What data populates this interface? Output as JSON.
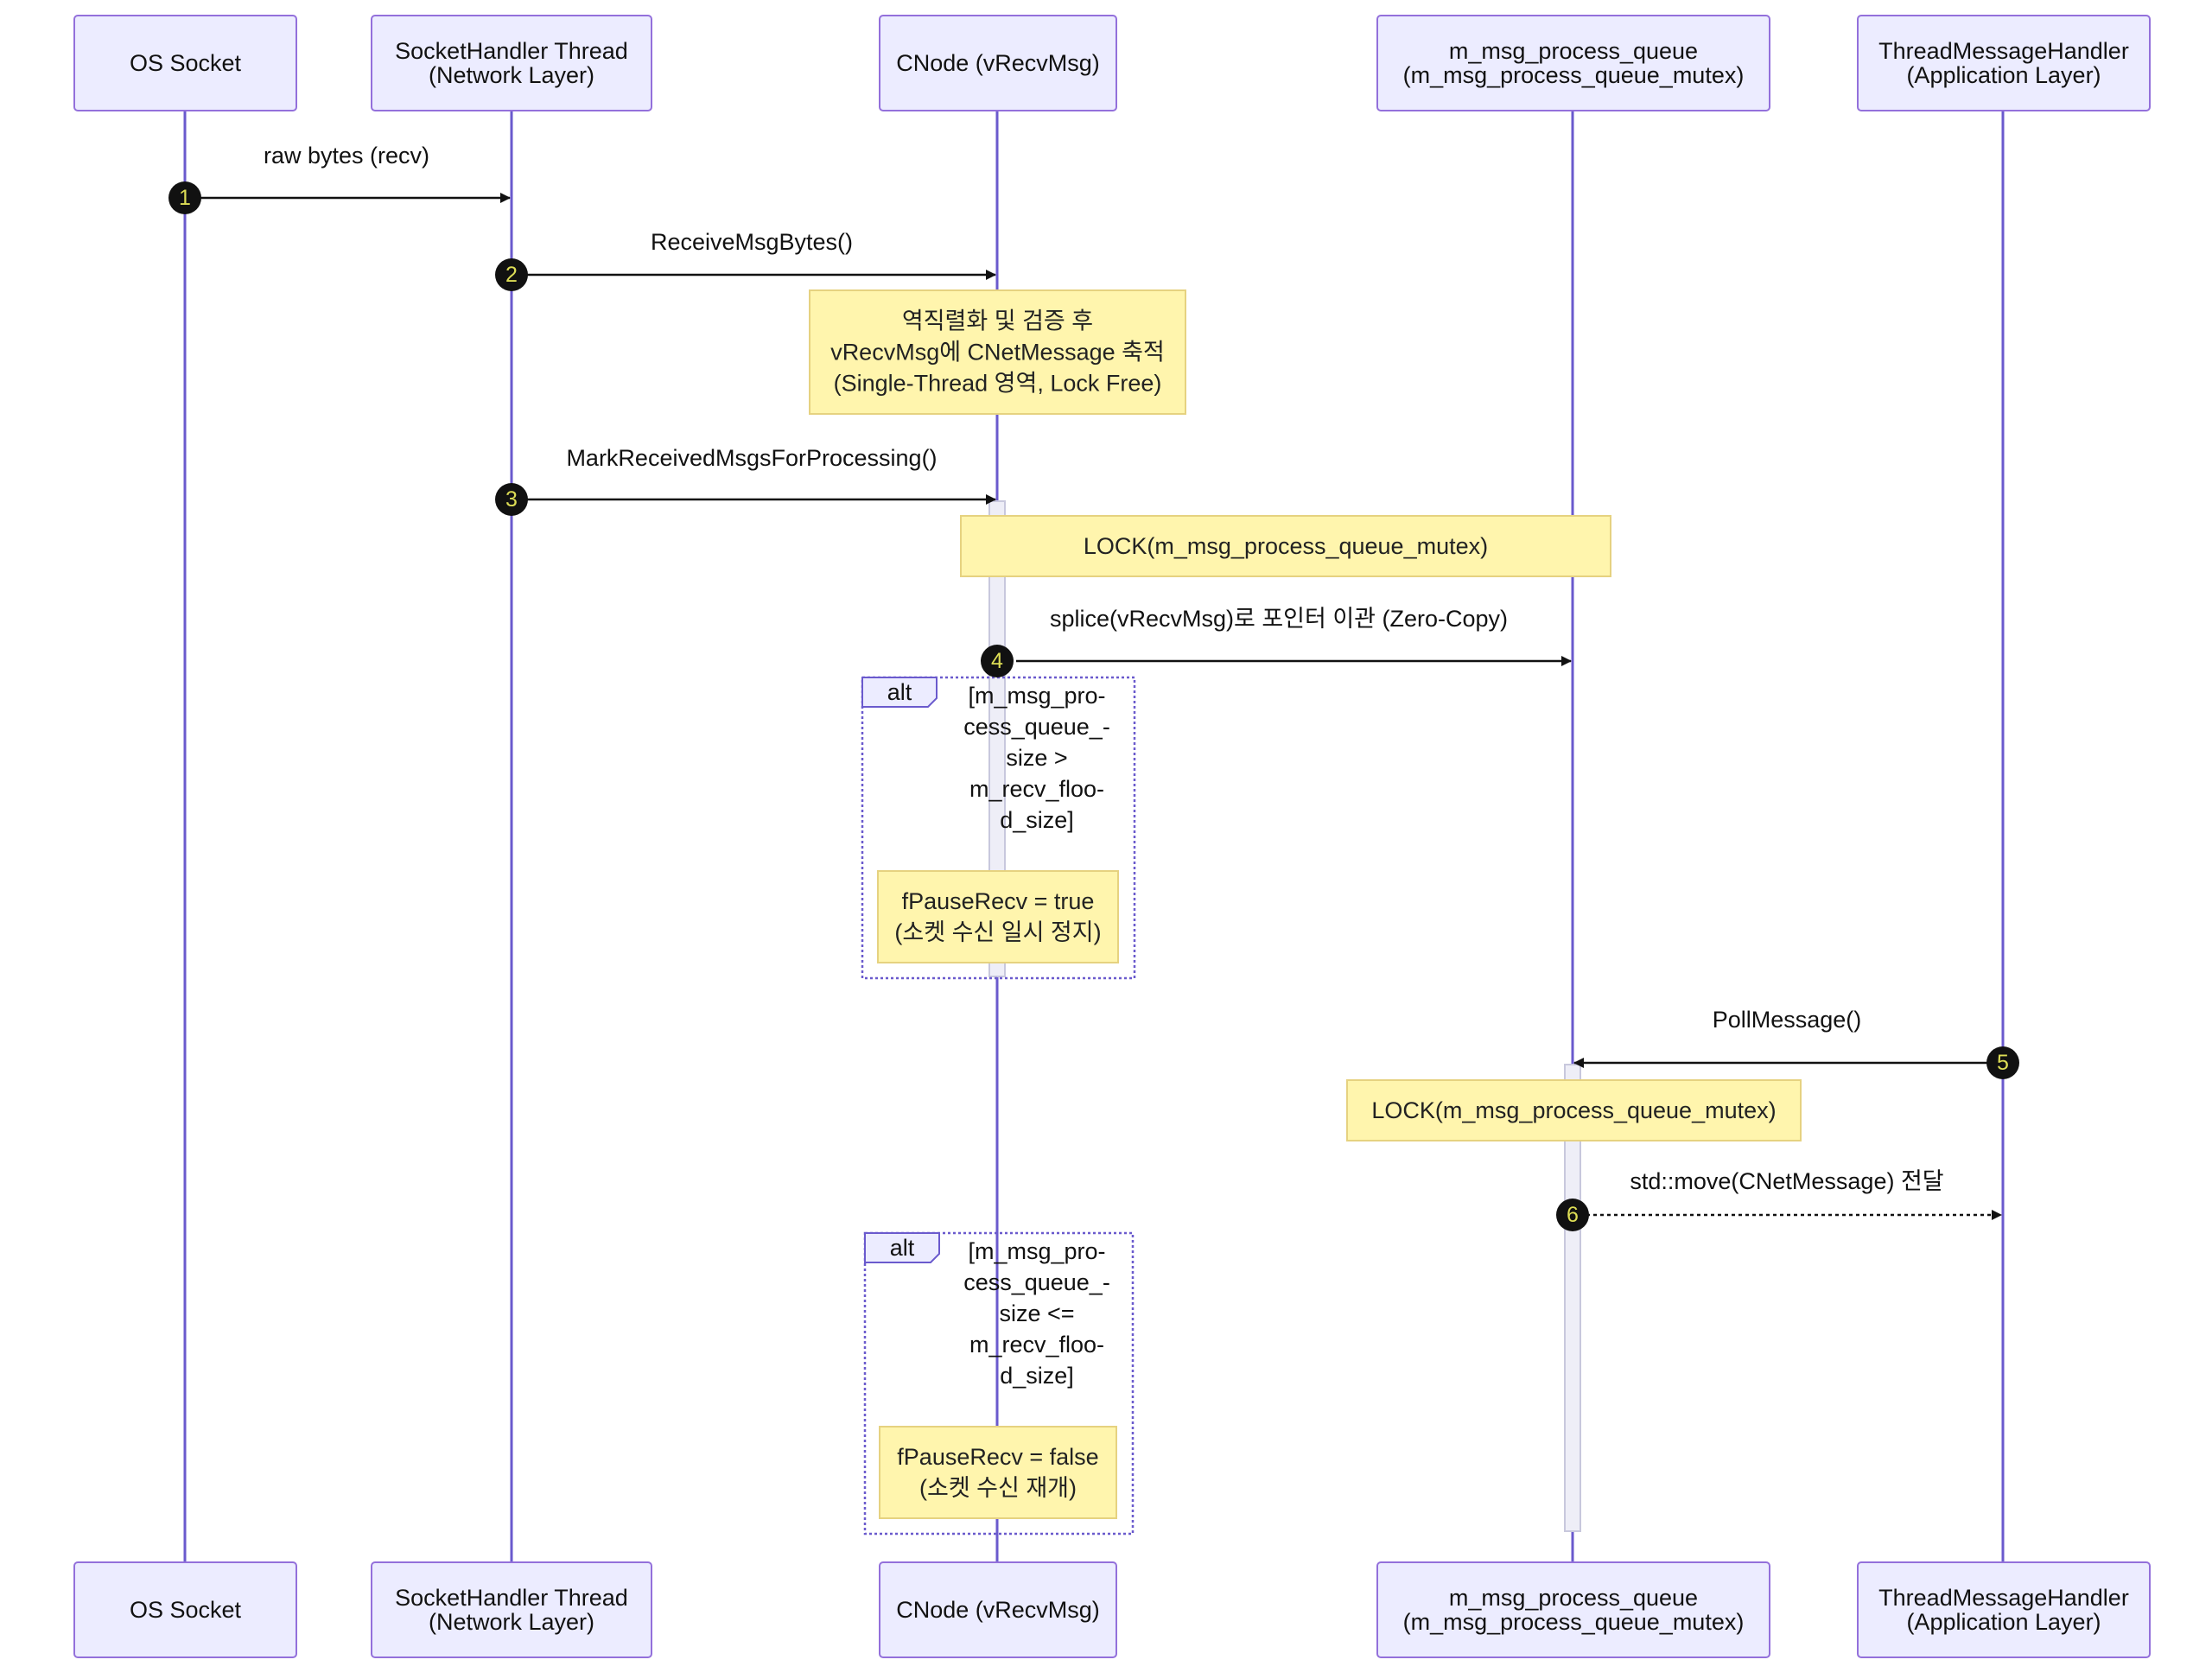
{
  "participants": [
    {
      "id": "os",
      "label_lines": [
        "OS Socket"
      ]
    },
    {
      "id": "sh",
      "label_lines": [
        "SocketHandler Thread",
        "(Network Layer)"
      ]
    },
    {
      "id": "cn",
      "label_lines": [
        "CNode (vRecvMsg)"
      ]
    },
    {
      "id": "mq",
      "label_lines": [
        "m_msg_process_queue",
        "(m_msg_process_queue_mutex)"
      ]
    },
    {
      "id": "tm",
      "label_lines": [
        "ThreadMessageHandler",
        "(Application Layer)"
      ]
    }
  ],
  "messages": [
    {
      "num": "1",
      "label": "raw bytes (recv)",
      "from": "os",
      "to": "sh",
      "style": "solid"
    },
    {
      "num": "2",
      "label": "ReceiveMsgBytes()",
      "from": "sh",
      "to": "cn",
      "style": "solid"
    },
    {
      "num": "3",
      "label": "MarkReceivedMsgsForProcessing()",
      "from": "sh",
      "to": "cn",
      "style": "solid"
    },
    {
      "num": "4",
      "label": "splice(vRecvMsg)로 포인터 이관 (Zero-Copy)",
      "from": "cn",
      "to": "mq",
      "style": "solid"
    },
    {
      "num": "5",
      "label": "PollMessage()",
      "from": "tm",
      "to": "mq",
      "style": "solid"
    },
    {
      "num": "6",
      "label": "std::move(CNetMessage) 전달",
      "from": "mq",
      "to": "tm",
      "style": "dotted"
    }
  ],
  "notes": [
    {
      "id": "deserialize",
      "lines": [
        "역직렬화 및 검증 후",
        "vRecvMsg에 CNetMessage 축적",
        "(Single-Thread 영역, Lock Free)"
      ]
    },
    {
      "id": "lock1",
      "lines": [
        "LOCK(m_msg_process_queue_mutex)"
      ]
    },
    {
      "id": "pause",
      "lines": [
        "fPauseRecv = true",
        "(소켓 수신 일시 정지)"
      ]
    },
    {
      "id": "lock2",
      "lines": [
        "LOCK(m_msg_process_queue_mutex)"
      ]
    },
    {
      "id": "resume",
      "lines": [
        "fPauseRecv = false",
        "(소켓 수신 재개)"
      ]
    }
  ],
  "alt_blocks": [
    {
      "id": "alt1",
      "keyword": "alt",
      "condition_lines": [
        "[m_msg_pro-",
        "cess_queue_-",
        "size >",
        "m_recv_floo-",
        "d_size]"
      ]
    },
    {
      "id": "alt2",
      "keyword": "alt",
      "condition_lines": [
        "[m_msg_pro-",
        "cess_queue_-",
        "size <=",
        "m_recv_floo-",
        "d_size]"
      ]
    }
  ],
  "colors": {
    "actor_fill": "#ECECFF",
    "actor_stroke": "#9370DB",
    "lifeline": "#6A5ACD",
    "note_fill": "#FFF5AD",
    "note_stroke": "#E6D280",
    "activation_fill": "#EEEEF7",
    "activation_stroke": "#C8C8DD",
    "arrow": "#111111",
    "number_fill": "#111111",
    "number_text": "#DDDD55",
    "alt_border": "#6A5ACD"
  }
}
